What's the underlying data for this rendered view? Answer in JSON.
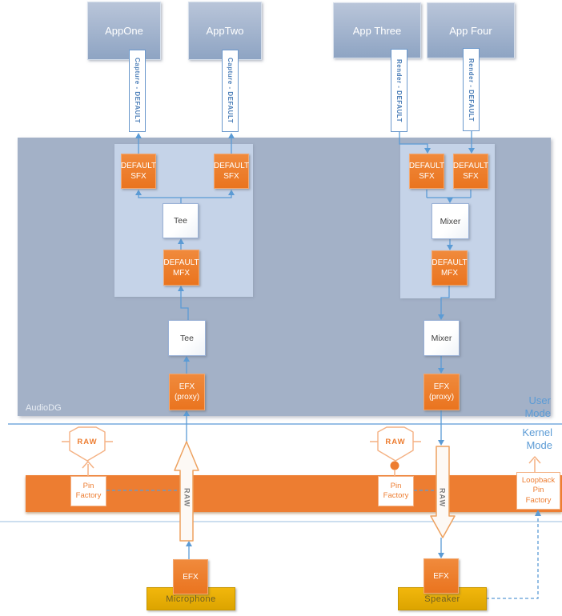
{
  "apps": {
    "one": "AppOne",
    "two": "AppTwo",
    "three": "App Three",
    "four": "App Four"
  },
  "streams": {
    "capture_one": "Capture - DEFAULT",
    "capture_two": "Capture - DEFAULT",
    "render_three": "Render - DEFAULT",
    "render_four": "Render - DEFAULT"
  },
  "audiodg": {
    "label": "AudioDG",
    "capture_graph": {
      "sfx_one": "DEFAULT\nSFX",
      "sfx_two": "DEFAULT\nSFX",
      "tee_upper": "Tee",
      "mfx": "DEFAULT\nMFX",
      "tee_lower": "Tee",
      "efx_proxy": "EFX\n(proxy)"
    },
    "render_graph": {
      "sfx_three": "DEFAULT\nSFX",
      "sfx_four": "DEFAULT\nSFX",
      "mixer_upper": "Mixer",
      "mfx": "DEFAULT\nMFX",
      "mixer_lower": "Mixer",
      "efx_proxy": "EFX\n(proxy)"
    }
  },
  "modes": {
    "user": "User\nMode",
    "kernel": "Kernel\nMode"
  },
  "kernel": {
    "raw_badge_capture": "RAW",
    "raw_badge_render": "RAW",
    "pin_factory_capture": "Pin\nFactory",
    "pin_factory_render": "Pin\nFactory",
    "loopback_pin_factory": "Loopback\nPin\nFactory",
    "raw_up_arrow_label": "RAW",
    "raw_down_arrow_label": "RAW",
    "efx_capture": "EFX",
    "efx_render": "EFX",
    "microphone": "Microphone",
    "speaker": "Speaker"
  },
  "colors": {
    "accent_blue": "#5b9bd5",
    "pipe_text_blue": "#4d7fb8",
    "orange": "#ed7d31",
    "orange_light": "#f4b183",
    "user_region_gray": "#a3b1c7",
    "inner_panel_blue": "#c5d3e8",
    "app_box_top": "#b9c5d9",
    "app_box_bottom": "#8ea4c3",
    "gold": "#f2b70c",
    "gold_dark": "#dca400",
    "mode_label_blue": "#5b9bd5",
    "raw_shaft_text": "#7f7f7f"
  }
}
